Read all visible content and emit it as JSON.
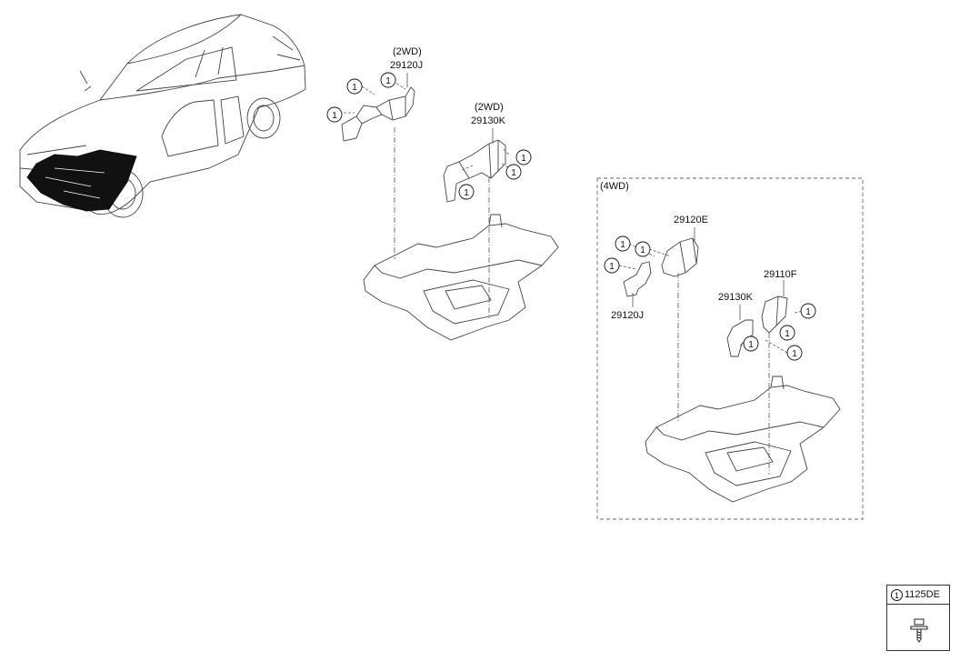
{
  "callout_number": "1",
  "labels": {
    "tag_2wd_a": "(2WD)",
    "part_29120J_top": "29120J",
    "tag_2wd_b": "(2WD)",
    "part_29130K_top": "29130K",
    "tag_4wd": "(4WD)",
    "part_29120E": "29120E",
    "part_29120J_4wd": "29120J",
    "part_29130K_4wd": "29130K",
    "part_29110F": "29110F"
  },
  "legend": {
    "callout": "1",
    "part_code": "1125DE",
    "icon": "bolt-icon"
  }
}
